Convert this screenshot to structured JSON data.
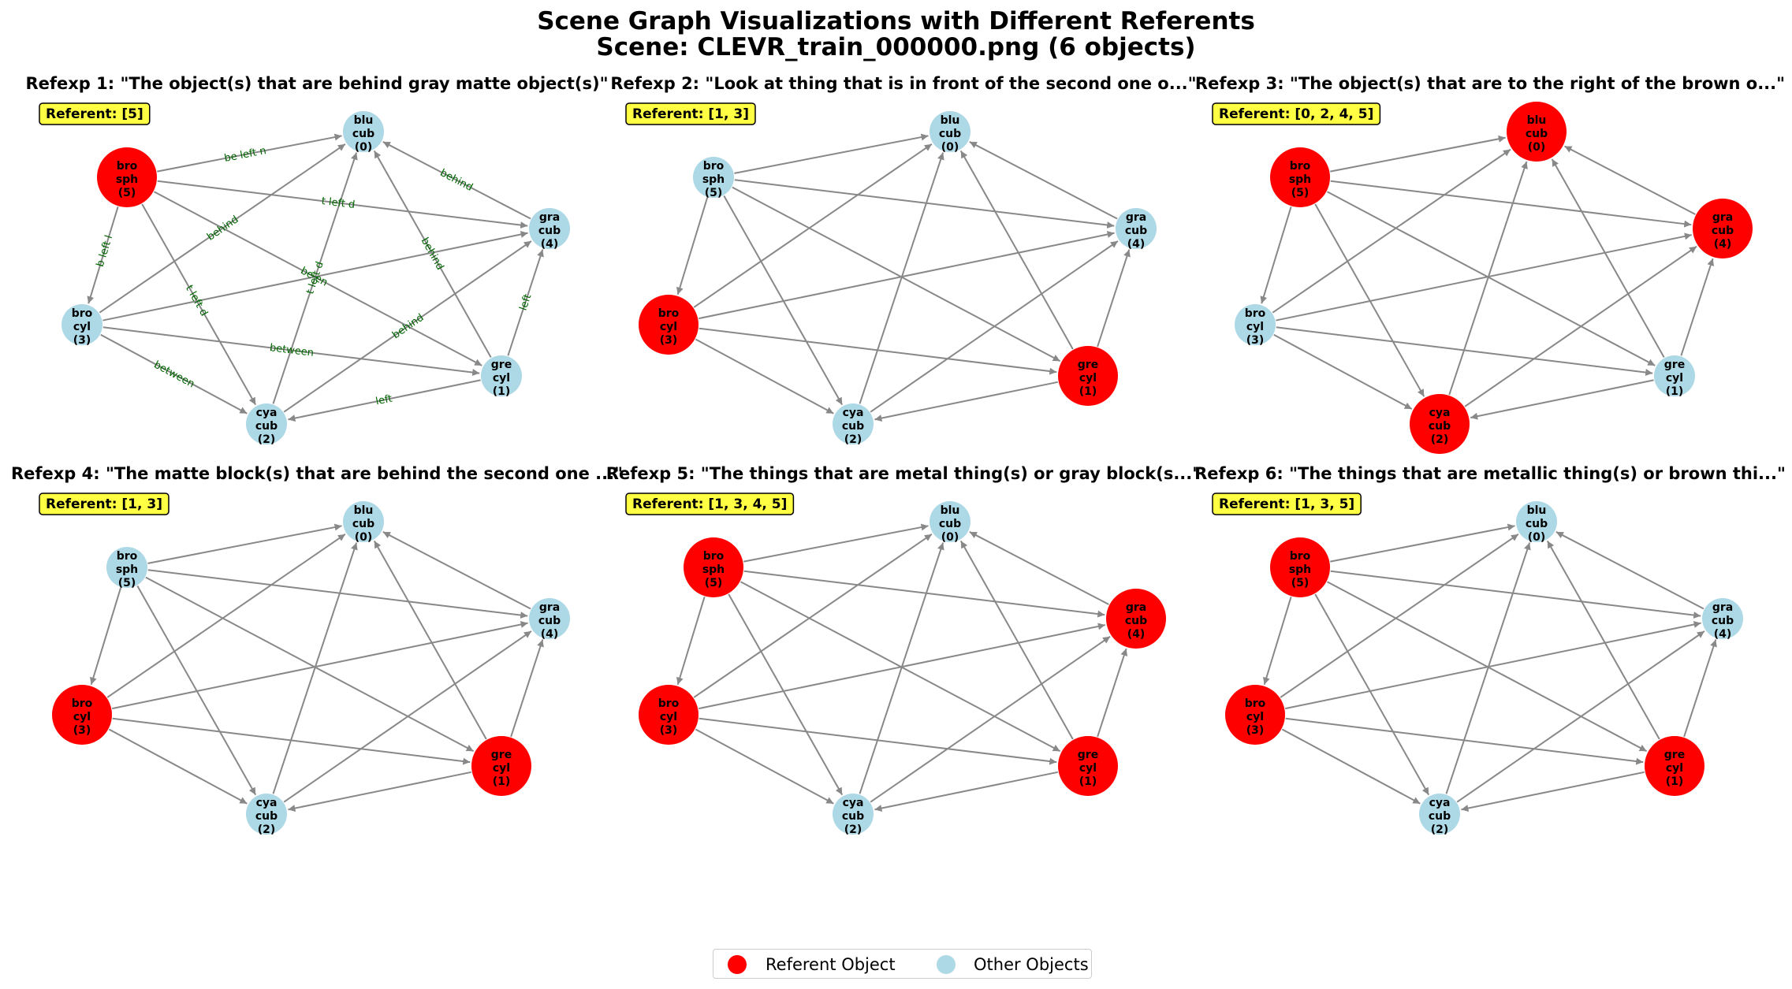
{
  "figure": {
    "title_line1": "Scene Graph Visualizations with Different Referents",
    "title_line2": "Scene: CLEVR_train_000000.png (6 objects)"
  },
  "colors": {
    "referent": "#ff0000",
    "other": "#add8e6",
    "edge": "#888888",
    "edge_label": "#006400",
    "badge": "#ffff44"
  },
  "nodes": [
    {
      "id": 0,
      "line1": "blu",
      "line2": "cub",
      "line3": "(0)"
    },
    {
      "id": 1,
      "line1": "gre",
      "line2": "cyl",
      "line3": "(1)"
    },
    {
      "id": 2,
      "line1": "cya",
      "line2": "cub",
      "line3": "(2)"
    },
    {
      "id": 3,
      "line1": "bro",
      "line2": "cyl",
      "line3": "(3)"
    },
    {
      "id": 4,
      "line1": "gra",
      "line2": "cub",
      "line3": "(4)"
    },
    {
      "id": 5,
      "line1": "bro",
      "line2": "sph",
      "line3": "(5)"
    }
  ],
  "edges": [
    [
      5,
      0
    ],
    [
      5,
      4
    ],
    [
      5,
      3
    ],
    [
      5,
      2
    ],
    [
      5,
      1
    ],
    [
      3,
      0
    ],
    [
      3,
      4
    ],
    [
      3,
      1
    ],
    [
      3,
      2
    ],
    [
      2,
      0
    ],
    [
      2,
      4
    ],
    [
      1,
      0
    ],
    [
      1,
      4
    ],
    [
      1,
      2
    ],
    [
      4,
      0
    ]
  ],
  "edge_labels": [
    {
      "text": "be left n",
      "edge": [
        5,
        0
      ]
    },
    {
      "text": "behind",
      "edge": [
        4,
        0
      ]
    },
    {
      "text": "t left d",
      "edge": [
        5,
        4
      ]
    },
    {
      "text": "behind",
      "edge": [
        3,
        0
      ]
    },
    {
      "text": "b left l",
      "edge": [
        5,
        3
      ]
    },
    {
      "text": "behind",
      "edge": [
        1,
        0
      ]
    },
    {
      "text": "be en",
      "edge": [
        5,
        1
      ]
    },
    {
      "text": "t left d",
      "edge": [
        2,
        0
      ]
    },
    {
      "text": "t left d",
      "edge": [
        5,
        2
      ]
    },
    {
      "text": "left",
      "edge": [
        1,
        4
      ]
    },
    {
      "text": "between",
      "edge": [
        3,
        1
      ]
    },
    {
      "text": "behind",
      "edge": [
        2,
        4
      ]
    },
    {
      "text": "between",
      "edge": [
        3,
        2
      ]
    },
    {
      "text": "left",
      "edge": [
        1,
        2
      ]
    }
  ],
  "panels": [
    {
      "title": "Refexp 1: \"The object(s) that are behind gray matte object(s)\"",
      "referent_text": "Referent: [5]",
      "referents": [
        5
      ],
      "show_edge_labels": true
    },
    {
      "title": "Refexp 2: \"Look at thing that is in front of the second one o...\"",
      "referent_text": "Referent: [1, 3]",
      "referents": [
        1,
        3
      ],
      "show_edge_labels": false
    },
    {
      "title": "Refexp 3: \"The object(s) that are to the right of the brown o...\"",
      "referent_text": "Referent: [0, 2, 4, 5]",
      "referents": [
        0,
        2,
        4,
        5
      ],
      "show_edge_labels": false
    },
    {
      "title": "Refexp 4: \"The matte block(s) that are behind the second one ...\"",
      "referent_text": "Referent: [1, 3]",
      "referents": [
        1,
        3
      ],
      "show_edge_labels": false
    },
    {
      "title": "Refexp 5: \"The things that are metal thing(s) or gray block(s...\"",
      "referent_text": "Referent: [1, 3, 4, 5]",
      "referents": [
        1,
        3,
        4,
        5
      ],
      "show_edge_labels": false
    },
    {
      "title": "Refexp 6: \"The things that are metallic thing(s) or brown thi...\"",
      "referent_text": "Referent: [1, 3, 5]",
      "referents": [
        1,
        3,
        5
      ],
      "show_edge_labels": false
    }
  ],
  "legend": {
    "referent_label": "Referent Object",
    "other_label": "Other Objects"
  }
}
